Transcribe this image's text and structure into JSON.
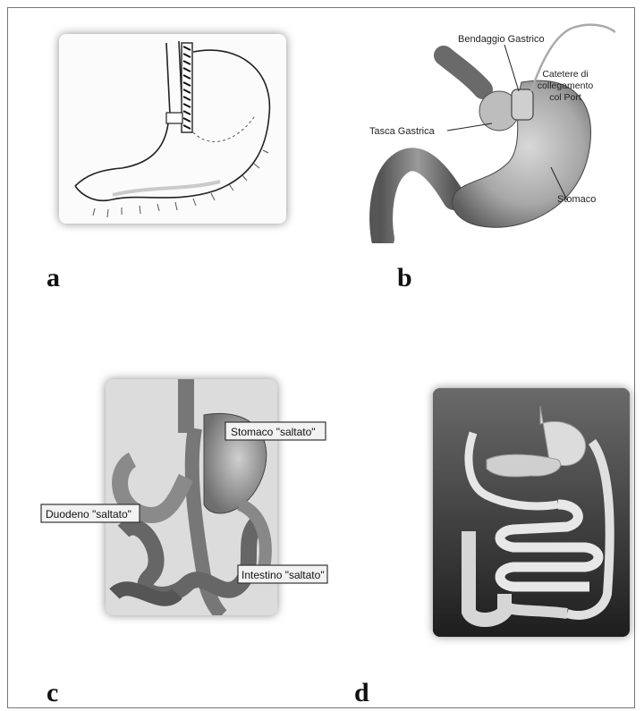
{
  "panels": {
    "a": {
      "letter": "a"
    },
    "b": {
      "letter": "b",
      "labels": {
        "bendaggio": "Bendaggio Gastrico",
        "catetere_1": "Catetere di",
        "catetere_2": "collegamento",
        "catetere_3": "col Port",
        "tasca": "Tasca Gastrica",
        "stomaco": "Stomaco"
      }
    },
    "c": {
      "letter": "c",
      "labels": {
        "stomaco": "Stomaco \"saltato\"",
        "duodeno": "Duodeno \"saltato\"",
        "intestino": "Intestino \"saltato\""
      }
    },
    "d": {
      "letter": "d"
    }
  }
}
